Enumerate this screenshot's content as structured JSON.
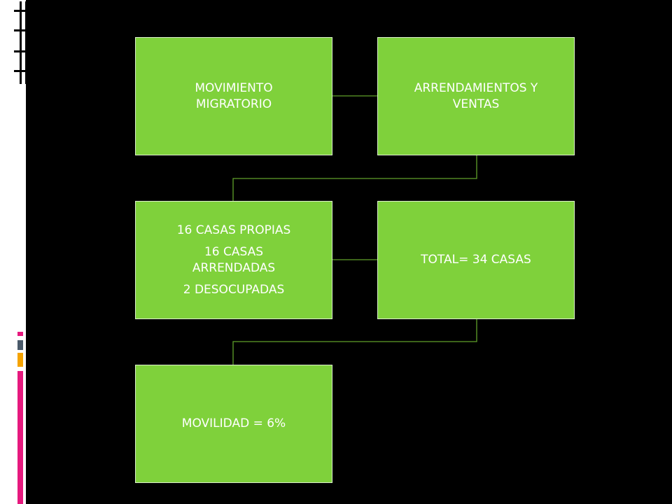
{
  "colors": {
    "background": "#000000",
    "node_fill": "#7fd13b",
    "node_text": "#ffffff",
    "connector": "#5fa12a",
    "accent_magenta": "#e6197e",
    "accent_orange": "#f5a300",
    "accent_slate": "#4a5a6a"
  },
  "diagram": {
    "nodes": [
      {
        "id": "movimiento",
        "lines": [
          "MOVIMIENTO",
          "MIGRATORIO"
        ]
      },
      {
        "id": "arrendamientos",
        "lines": [
          "ARRENDAMIENTOS Y",
          "VENTAS"
        ]
      },
      {
        "id": "casas",
        "lines": [
          "16 CASAS PROPIAS",
          "16 CASAS",
          "ARRENDADAS",
          "2 DESOCUPADAS"
        ]
      },
      {
        "id": "total",
        "lines": [
          "TOTAL= 34 CASAS"
        ]
      },
      {
        "id": "movilidad",
        "lines": [
          "MOVILIDAD = 6%"
        ]
      }
    ]
  }
}
